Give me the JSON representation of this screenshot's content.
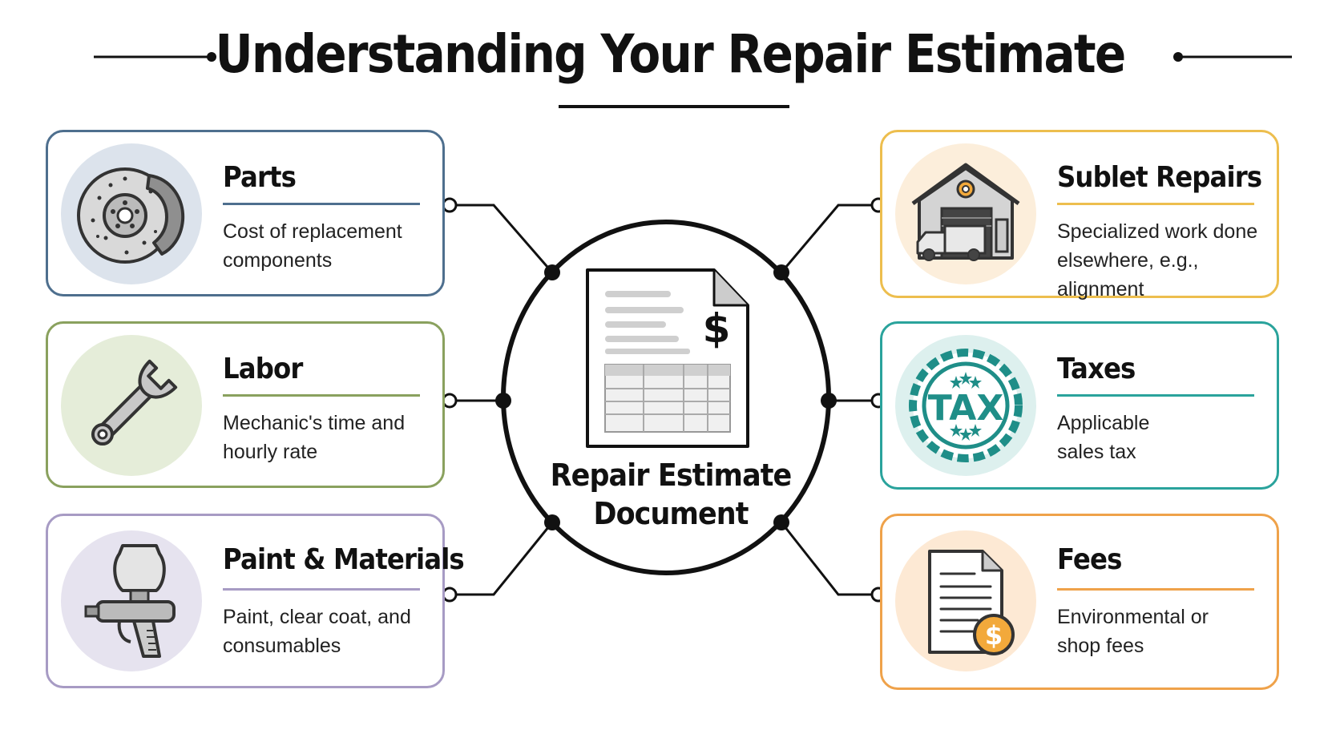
{
  "title": "Understanding Your Repair Estimate",
  "center": {
    "label_line1": "Repair Estimate",
    "label_line2": "Document",
    "icon": "document-dollar-icon"
  },
  "left_items": [
    {
      "title": "Parts",
      "description": "Cost of replacement components",
      "icon": "brake-disc-icon",
      "color": "#4E6F8E",
      "tint": "#DCE3EC"
    },
    {
      "title": "Labor",
      "description": "Mechanic's time and hourly rate",
      "icon": "wrench-icon",
      "color": "#8AA15E",
      "tint": "#E5EDD9"
    },
    {
      "title": "Paint & Materials",
      "description": "Paint, clear coat, and consumables",
      "icon": "spray-gun-icon",
      "color": "#A79BC4",
      "tint": "#E6E3EF"
    }
  ],
  "right_items": [
    {
      "title": "Sublet Repairs",
      "description": "Specialized work done elsewhere, e.g., alignment",
      "icon": "garage-truck-icon",
      "color": "#EDBE4E",
      "tint": "#FCEEDB"
    },
    {
      "title": "Taxes",
      "description": "Applicable sales tax",
      "icon": "tax-stamp-icon",
      "color": "#2AA39C",
      "tint": "#DDF0EE",
      "stamp_text": "TAX"
    },
    {
      "title": "Fees",
      "description": "Environmental or shop fees",
      "icon": "invoice-fee-icon",
      "color": "#EFA24A",
      "tint": "#FDE9D4"
    }
  ]
}
